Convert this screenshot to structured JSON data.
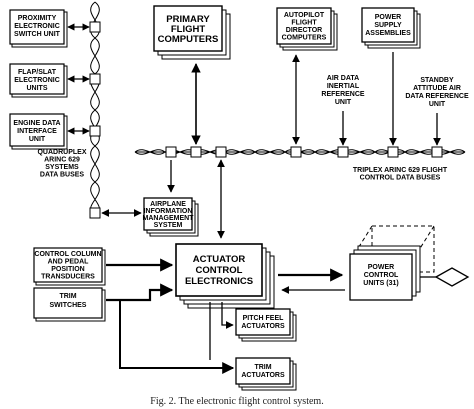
{
  "boxes": {
    "proximity": "PROXIMITY|ELECTRONIC|SWITCH UNIT",
    "flap_slat": "FLAP/SLAT|ELECTRONIC|UNITS",
    "engine_data": "ENGINE DATA|INTERFACE|UNIT",
    "primary_flight": "PRIMARY|FLIGHT|COMPUTERS",
    "autopilot": "AUTOPILOT|FLIGHT|DIRECTOR|COMPUTERS",
    "power_supply": "POWER|SUPPLY|ASSEMBLIES",
    "air_data": "AIR DATA|INERTIAL|REFERENCE|UNIT",
    "standby": "STANDBY|ATTITUDE AIR|DATA REFERENCE|UNIT",
    "aims": "AIRPLANE|INFORMATION|MANAGEMENT|SYSTEM",
    "control_column": "CONTROL COLUMN|AND PEDAL|POSITION|TRANSDUCERS",
    "trim_switches": "TRIM|SWITCHES",
    "ace": "ACTUATOR|CONTROL|ELECTRONICS",
    "pcu": "POWER|CONTROL|UNITS (31)",
    "pitch_feel": "PITCH FEEL|ACTUATORS",
    "trim_actuators": "TRIM|ACTUATORS"
  },
  "notes": {
    "quadruplex": "QUADRUPLEX|ARINC 629|SYSTEMS|DATA BUSES",
    "triplex": "TRIPLEX ARINC 629 FLIGHT|CONTROL DATA BUSES"
  },
  "caption": "Fig. 2. The electronic flight control system."
}
